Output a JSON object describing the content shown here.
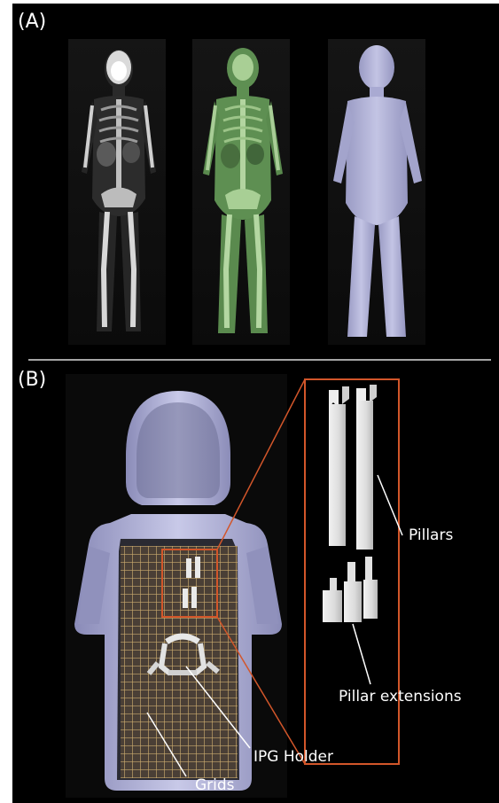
{
  "panels": {
    "a_label": "(A)",
    "b_label": "(B)"
  },
  "callouts": {
    "pillars": "Pillars",
    "pillar_extensions": "Pillar extensions",
    "ipg_holder": "IPG Holder",
    "grids": "Grids"
  },
  "colors": {
    "background": "#000000",
    "segmentation_green": "#5e8f52",
    "body_mesh": "#b6b7da",
    "grid_mesh": "#c9aa6e",
    "zoom_box": "#d2562a",
    "bone": "#e6e6e6"
  }
}
